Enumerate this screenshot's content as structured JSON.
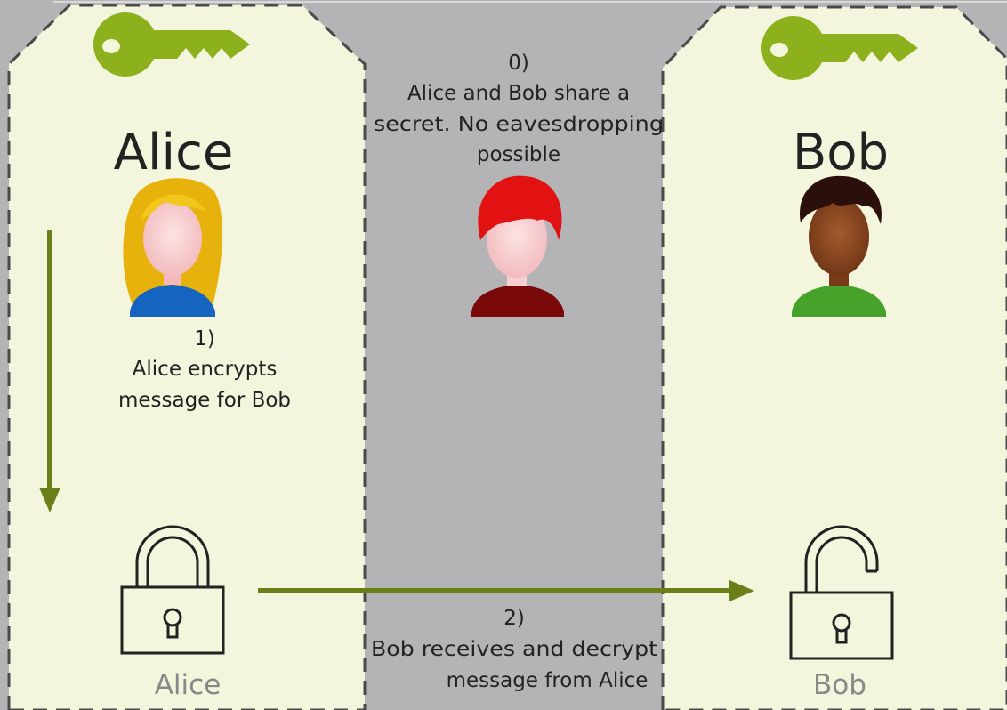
{
  "colors": {
    "background": "#b4b4b6",
    "panel_fill": "#f3f5dc",
    "panel_border": "#4a4a4a",
    "key_green": "#8cb11c",
    "arrow_green": "#6a7f17",
    "padlock_stroke": "#222222",
    "caption_gray": "#888888"
  },
  "alice_panel": {
    "name": "Alice",
    "step_number": "1)",
    "step_text_line1": "Alice encrypts",
    "step_text_line2": "message for Bob",
    "padlock_state": "locked",
    "padlock_caption": "Alice"
  },
  "eavesdropper_zone": {
    "step0_number": "0)",
    "step0_line1": "Alice and Bob share a",
    "step0_line2": "secret. No eavesdropping",
    "step0_line3": "possible",
    "step2_number": "2)",
    "step2_line1": "Bob receives and decrypt",
    "step2_line2": "message from Alice"
  },
  "bob_panel": {
    "name": "Bob",
    "padlock_state": "unlocked",
    "padlock_caption": "Bob"
  },
  "icons": {
    "key": "key-icon",
    "alice_avatar": "female-avatar-icon",
    "eve_avatar": "eavesdropper-avatar-icon",
    "bob_avatar": "male-avatar-icon",
    "locked_padlock": "locked-padlock-icon",
    "unlocked_padlock": "unlocked-padlock-icon"
  }
}
